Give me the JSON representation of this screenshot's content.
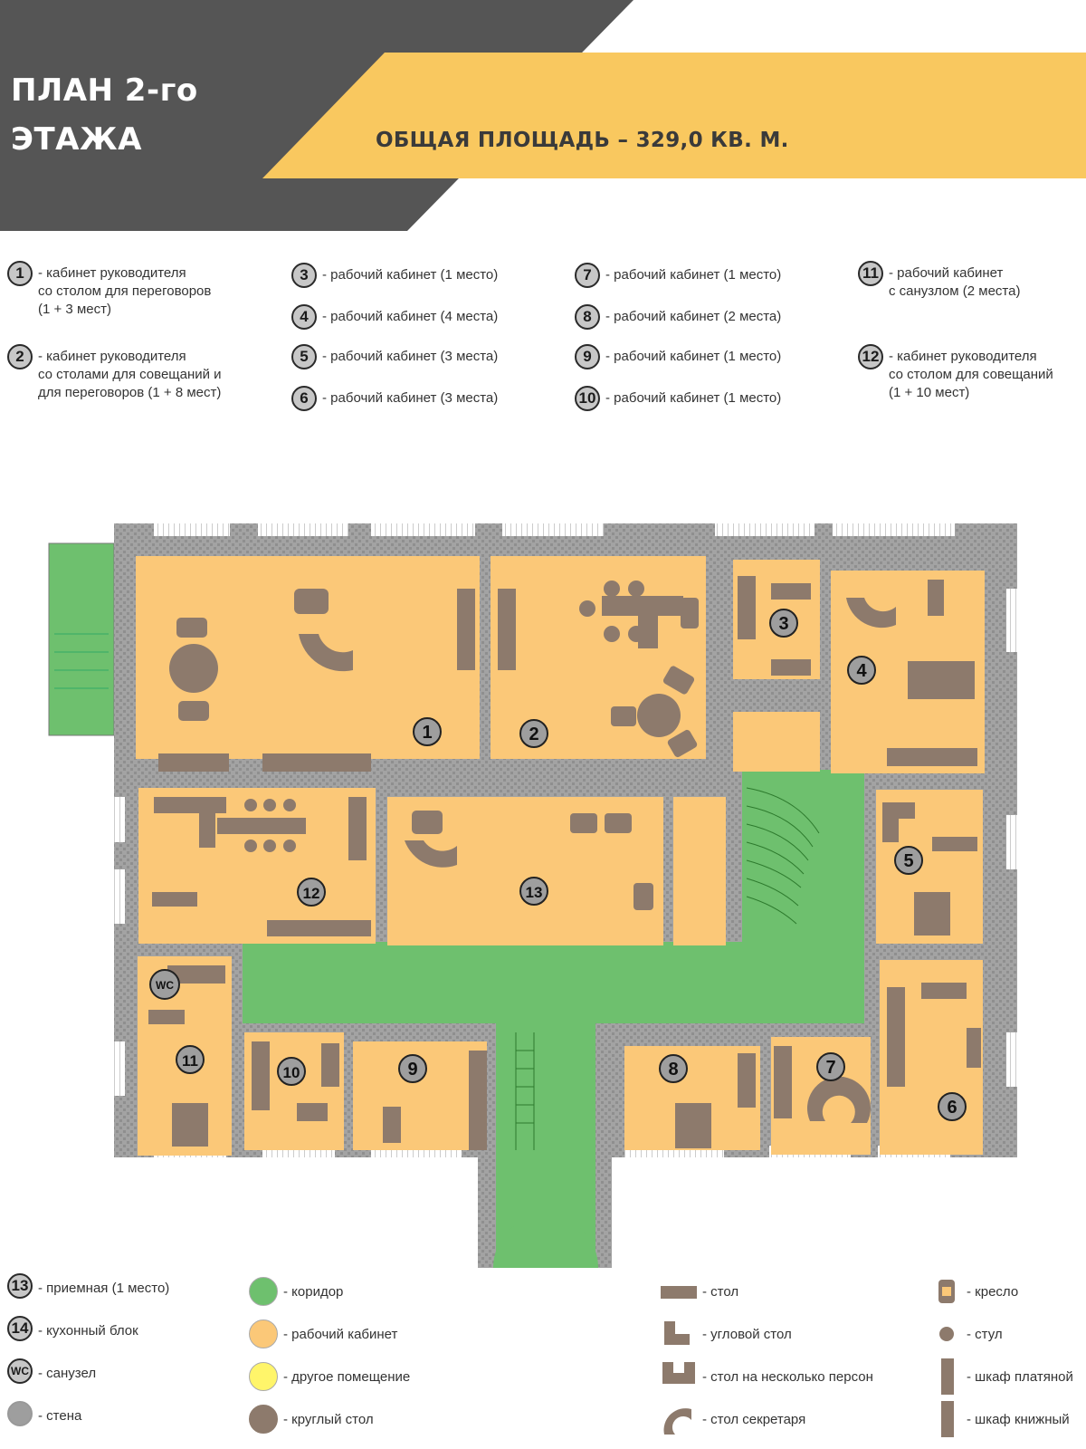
{
  "header": {
    "title_line1": "ПЛАН 2-го",
    "title_line2": "ЭТАЖА",
    "total_area": "ОБЩАЯ ПЛОЩАДЬ – 329,0 КВ. М."
  },
  "colors": {
    "dark_banner": "#555555",
    "accent_yellow": "#f9c85f",
    "room": "#fbc878",
    "corridor": "#6ec06e",
    "wall": "#9e9e9e",
    "furniture": "#8d7a6c",
    "other_room": "#fff56a"
  },
  "room_legend": [
    {
      "num": "1",
      "text": "- кабинет руководителя\nсо столом для переговоров\n(1 + 3 мест)"
    },
    {
      "num": "2",
      "text": "- кабинет руководителя\nсо столами для совещаний и\nдля переговоров (1 + 8 мест)"
    },
    {
      "num": "3",
      "text": "- рабочий кабинет (1 место)"
    },
    {
      "num": "4",
      "text": "- рабочий кабинет (4 места)"
    },
    {
      "num": "5",
      "text": "- рабочий кабинет (3 места)"
    },
    {
      "num": "6",
      "text": "- рабочий кабинет (3 места)"
    },
    {
      "num": "7",
      "text": "- рабочий кабинет (1 место)"
    },
    {
      "num": "8",
      "text": "- рабочий кабинет (2 места)"
    },
    {
      "num": "9",
      "text": "- рабочий кабинет (1 место)"
    },
    {
      "num": "10",
      "text": "- рабочий кабинет (1 место)"
    },
    {
      "num": "11",
      "text": "- рабочий кабинет\nс санузлом (2 места)"
    },
    {
      "num": "12",
      "text": "- кабинет руководителя\nсо столом для совещаний\n(1 + 10 мест)"
    }
  ],
  "plan_labels": [
    "1",
    "2",
    "3",
    "4",
    "5",
    "6",
    "7",
    "8",
    "9",
    "10",
    "11",
    "12",
    "13"
  ],
  "wc_label": "WC",
  "bottom_legend": {
    "col1": [
      {
        "badge": "13",
        "text": "- приемная (1 место)"
      },
      {
        "badge": "14",
        "text": "- кухонный блок"
      },
      {
        "badge": "WC",
        "text": "- санузел"
      },
      {
        "badge": "",
        "text": "- стена"
      }
    ],
    "col2": [
      {
        "text": "- коридор"
      },
      {
        "text": "- рабочий кабинет"
      },
      {
        "text": "- другое помещение"
      },
      {
        "text": "- круглый стол"
      }
    ],
    "col3": [
      {
        "text": "- стол"
      },
      {
        "text": "- угловой стол"
      },
      {
        "text": "- стол на несколько персон"
      },
      {
        "text": "- стол секретаря"
      }
    ],
    "col4": [
      {
        "text": "- кресло"
      },
      {
        "text": "- стул"
      },
      {
        "text": "- шкаф платяной"
      },
      {
        "text": "- шкаф книжный"
      }
    ]
  }
}
